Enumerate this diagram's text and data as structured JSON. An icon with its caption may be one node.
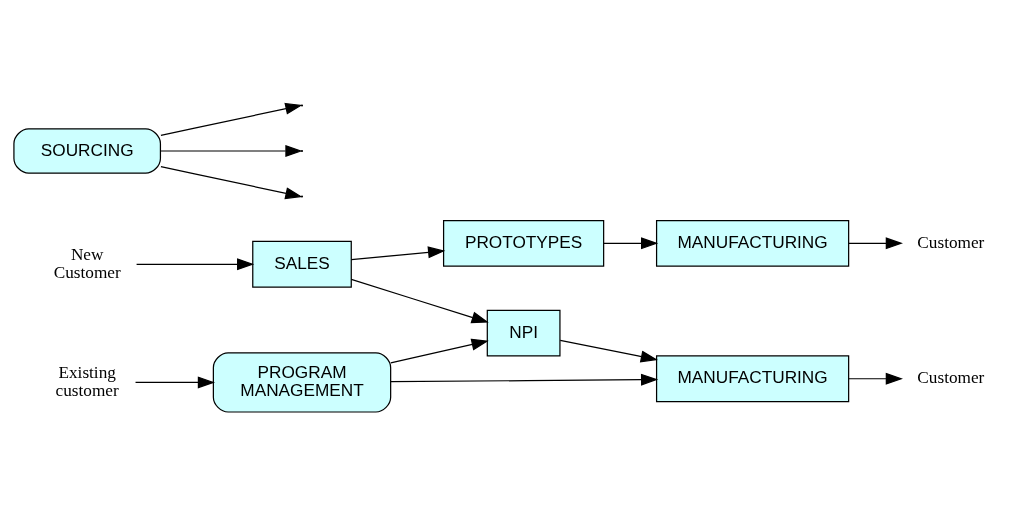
{
  "diagram": {
    "nodes": [
      {
        "text": [
          "New Customer"
        ]
      },
      {
        "text": [
          "SALES"
        ]
      },
      {
        "text": [
          "PROTOTYPES"
        ]
      },
      {
        "text": [
          "MANUFACTURING"
        ]
      },
      {
        "text": [
          "Customer"
        ]
      },
      {
        "text": [
          "NPI"
        ]
      },
      {
        "text": [
          "MANUFACTURING"
        ]
      },
      {
        "text": [
          "Customer"
        ]
      },
      {
        "text": [
          "Existing customer"
        ]
      },
      {
        "text": [
          "PROGRAM MANAGEMENT"
        ]
      },
      {
        "text": [
          "SOURCING"
        ]
      }
    ],
    "edges": [
      {
        "from": 0,
        "to": 1,
        "arrow": "to"
      },
      {
        "from": 1,
        "to": 2,
        "arrow": "to"
      },
      {
        "from": 2,
        "to": 3,
        "arrow": "to"
      },
      {
        "from": 3,
        "to": 4,
        "arrow": "to"
      },
      {
        "from": 1,
        "to": 5,
        "arrow": "to"
      },
      {
        "from": 5,
        "to": 6,
        "arrow": "to"
      },
      {
        "from": 6,
        "to": 7,
        "arrow": "to"
      },
      {
        "from": 8,
        "to": 9,
        "arrow": "to"
      },
      {
        "from": 9,
        "to": 5,
        "arrow": "to"
      },
      {
        "from": 9,
        "to": 6,
        "arrow": "to"
      },
      {
        "from": 10,
        "to": null,
        "arrow": "to"
      },
      {
        "from": 10,
        "to": null,
        "arrow": "to"
      },
      {
        "from": 10,
        "to": null,
        "arrow": "to"
      }
    ]
  }
}
